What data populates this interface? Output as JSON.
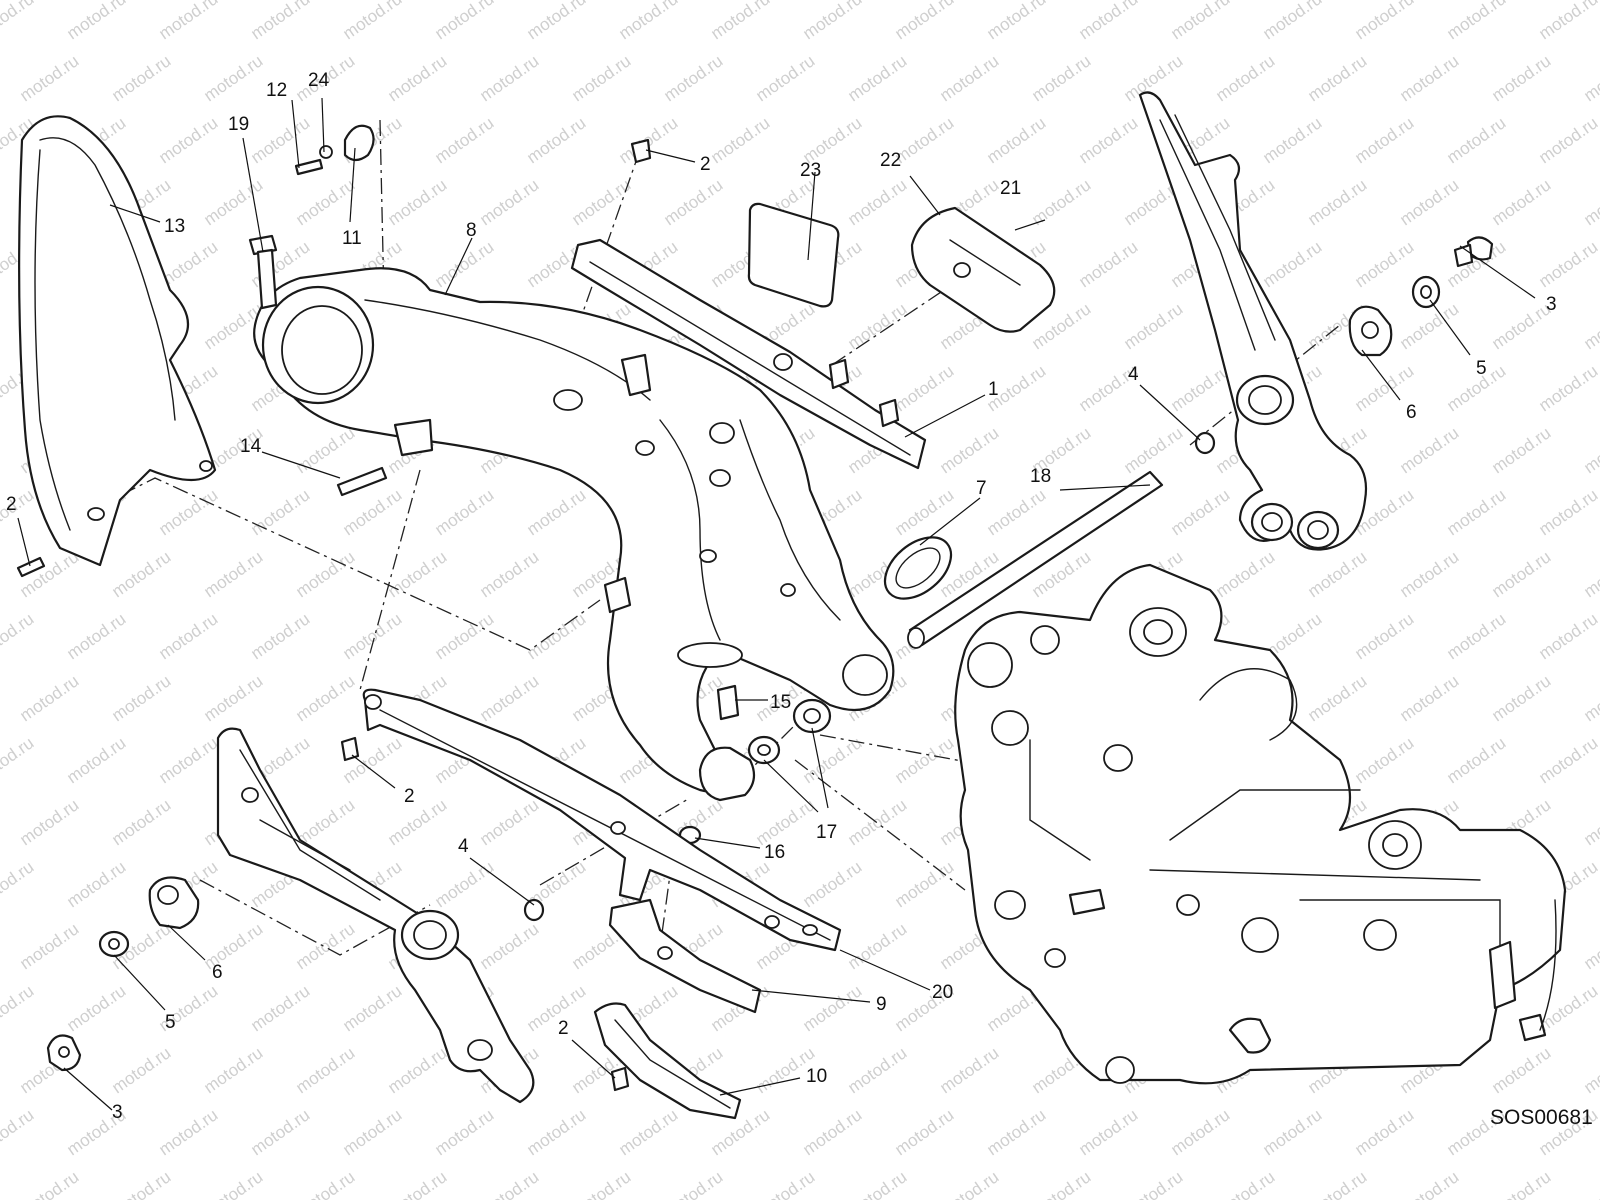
{
  "watermark": {
    "text": "motod.ru",
    "color": "#cfcfcf"
  },
  "diagram_code": "SOS00681",
  "callouts": [
    "1",
    "2",
    "3",
    "4",
    "5",
    "6",
    "7",
    "8",
    "9",
    "10",
    "11",
    "12",
    "13",
    "14",
    "15",
    "16",
    "17",
    "18",
    "19",
    "20",
    "21",
    "22",
    "23",
    "24"
  ],
  "colors": {
    "ink": "#1a1a1a",
    "background": "#ffffff"
  }
}
